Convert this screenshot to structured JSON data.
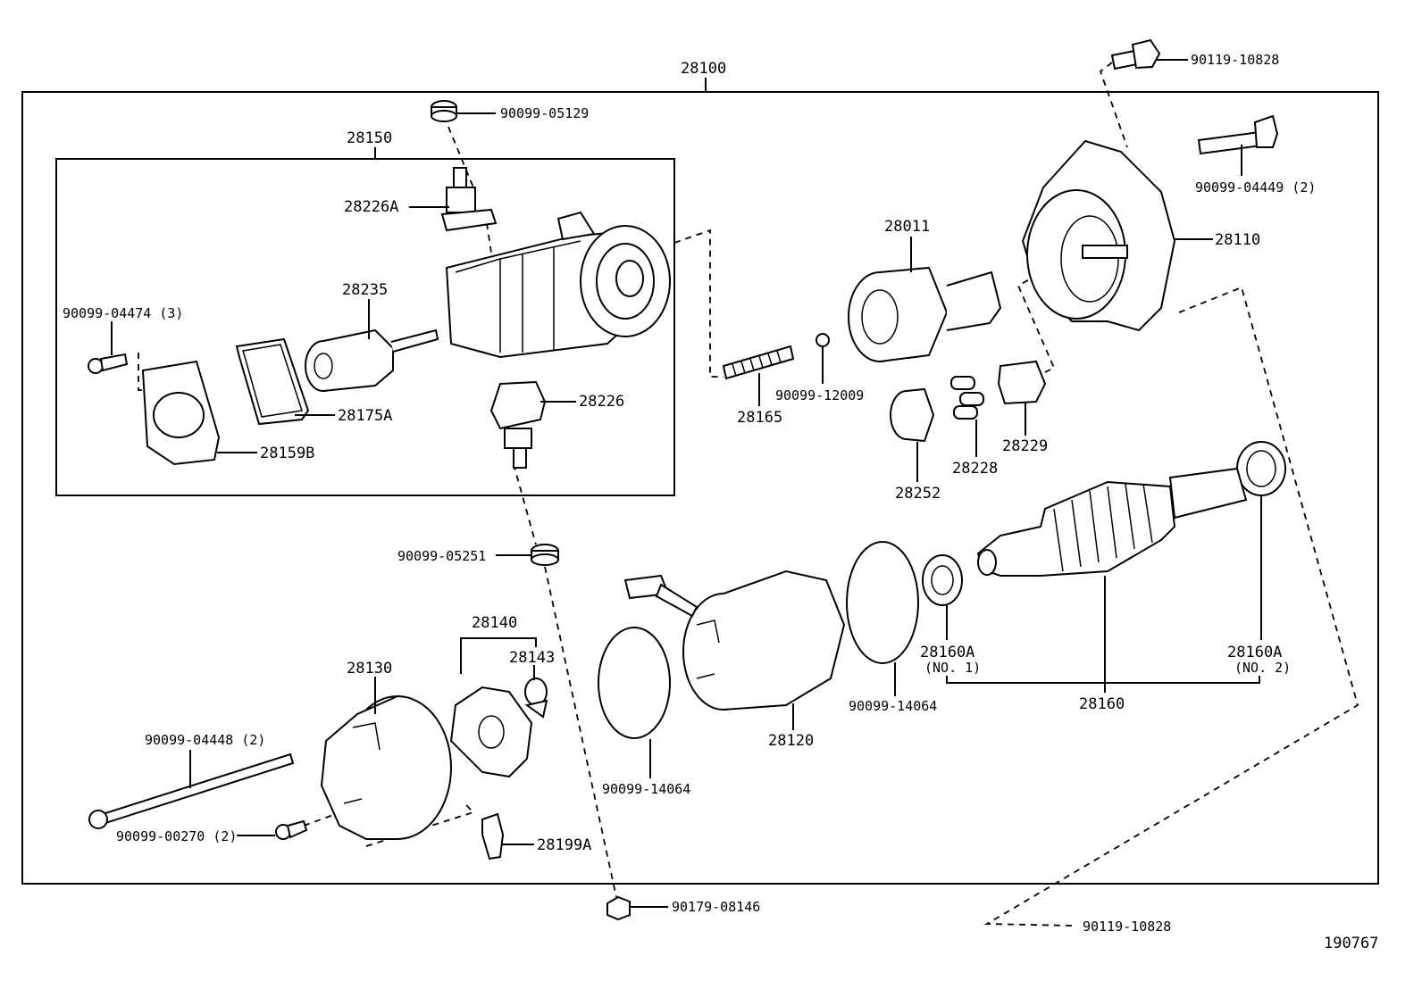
{
  "diagram": {
    "assembly": "28100",
    "subassembly": "28150",
    "figure_number": "190767",
    "labels": {
      "p28226A": "28226A",
      "p28235": "28235",
      "p90099_04474": "90099-04474 (3)",
      "p28175A": "28175A",
      "p28159B": "28159B",
      "p28226": "28226",
      "p90099_05129": "90099-05129",
      "p90119_10828_top": "90119-10828",
      "p90099_04449": "90099-04449 (2)",
      "p28110": "28110",
      "p28011": "28011",
      "p28165": "28165",
      "p90099_12009": "90099-12009",
      "p28228": "28228",
      "p28229": "28229",
      "p28252": "28252",
      "p90099_05251": "90099-05251",
      "p28140": "28140",
      "p28143": "28143",
      "p28130": "28130",
      "p90099_04448": "90099-04448 (2)",
      "p90099_00270": "90099-00270 (2)",
      "p28199A": "28199A",
      "p90099_14064_a": "90099-14064",
      "p28120": "28120",
      "p90099_14064_b": "90099-14064",
      "p28160A_1": "28160A",
      "p28160A_1_note": "(NO. 1)",
      "p28160A_2": "28160A",
      "p28160A_2_note": "(NO. 2)",
      "p28160": "28160",
      "p90179_08146": "90179-08146",
      "p90119_10828_bottom": "90119-10828"
    }
  }
}
